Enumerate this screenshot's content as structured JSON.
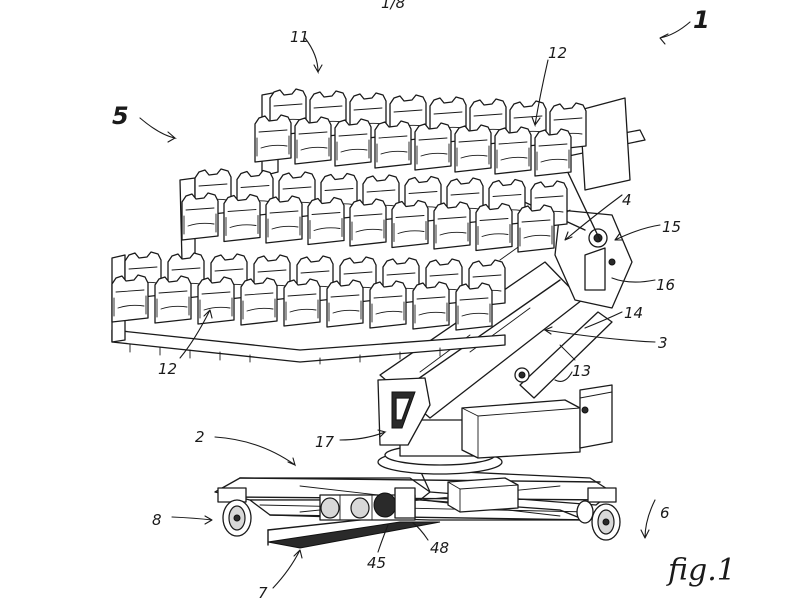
{
  "sheet_number": "1/8",
  "figure_label": "fig.1",
  "reference_labels": {
    "r1": "1",
    "r2": "2",
    "r3": "3",
    "r4": "4",
    "r5": "5",
    "r6": "6",
    "r7": "7",
    "r8": "8",
    "r11": "11",
    "r12a": "12",
    "r12b": "12",
    "r13": "13",
    "r14": "14",
    "r15": "15",
    "r16": "16",
    "r17": "17",
    "r45": "45",
    "r48": "48"
  }
}
